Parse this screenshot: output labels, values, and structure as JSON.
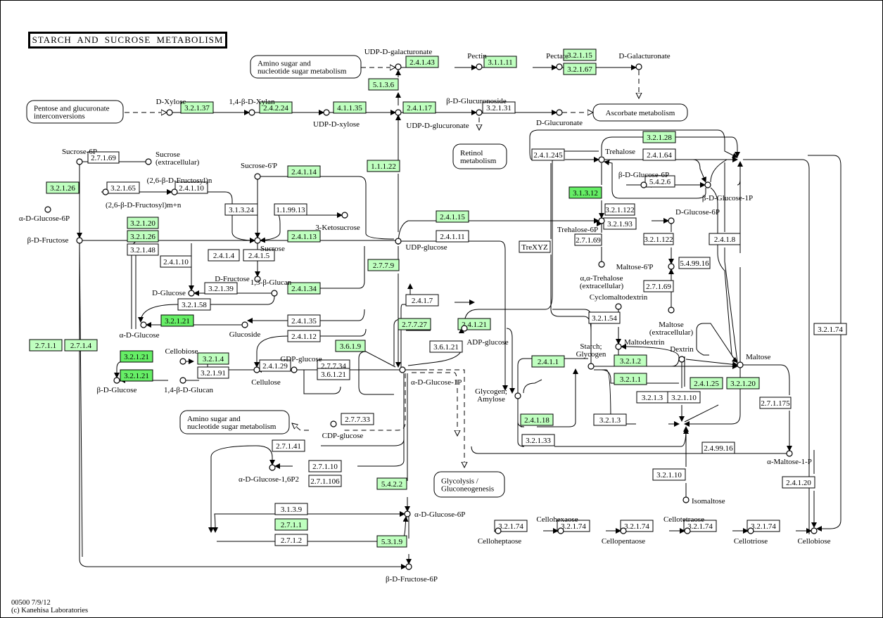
{
  "title": "STARCH AND SUCROSE METABOLISM",
  "footer": {
    "line1": "00500 7/9/12",
    "line2": "(c) Kanehisa Laboratories"
  },
  "colors": {
    "found": "#bfffbf",
    "found_strong": "#66ee66",
    "none": "#ffffff"
  },
  "maps": [
    {
      "id": "amino1",
      "lines": [
        "Amino sugar and",
        "nucleotide sugar metabolism"
      ]
    },
    {
      "id": "pentose",
      "lines": [
        "Pentose and glucuronate",
        "interconversions"
      ]
    },
    {
      "id": "ascorbate",
      "lines": [
        "Ascorbate metabolism"
      ]
    },
    {
      "id": "retinol",
      "lines": [
        "Retinol",
        "metabolism"
      ]
    },
    {
      "id": "amino2",
      "lines": [
        "Amino sugar and",
        "nucleotide sugar metabolism"
      ]
    },
    {
      "id": "glycolysis",
      "lines": [
        "Glycolysis /",
        "Gluconeogenesis"
      ]
    }
  ],
  "compounds": [
    "UDP-D-galacturonate",
    "Pectin",
    "Pectate",
    "D-Galacturonate",
    "D-Xylose",
    "1,4-β-D-Xylan",
    "UDP-D-xylose",
    "UDP-D-glucuronate",
    "β-D-Glucuronoside",
    "D-Glucuronate",
    "Sucrose-6P",
    "Sucrose (extracellular)",
    "(2,6-β-D-Fructosyl)n",
    "(2,6-β-D-Fructosyl)m+n",
    "α-D-Glucose-6P",
    "β-D-Fructose",
    "Sucrose-6'P",
    "3-Ketosucrose",
    "Sucrose",
    "D-Fructose",
    "D-Glucose",
    "1,3-β-Glucan",
    "α-D-Glucose",
    "Glucoside",
    "Cellobiose",
    "β-D-Glucose",
    "1,4-β-D-Glucan",
    "Cellulose",
    "GDP-glucose",
    "CDP-glucose",
    "UDP-glucose",
    "ADP-glucose",
    "α-D-Glucose-1P",
    "α-D-Glucose-1,6P2",
    "α-D-Glucose-6P",
    "β-D-Fructose-6P",
    "Trehalose",
    "Trehalose-6P",
    "α,α-Trehalose (extracellular)",
    "D-Glucose-6P",
    "Maltose-6'P",
    "Maltose (extracellular)",
    "β-D-Glucose-6P",
    "β-D-Glucose-1P",
    "Cyclomaltodextrin",
    "Maltodextrin",
    "Starch; Glycogen",
    "Glycogen; Amylose",
    "Dextrin",
    "Maltose",
    "α-Maltose-1-P",
    "Isomaltose",
    "Celloheptaose",
    "Cellohexaose",
    "Cellopentaose",
    "Cellotetraose",
    "Cellotriose"
  ],
  "enzymes": [
    {
      "ec": "2.4.1.43",
      "status": "found"
    },
    {
      "ec": "3.1.1.11",
      "status": "found"
    },
    {
      "ec": "3.2.1.15",
      "status": "found"
    },
    {
      "ec": "3.2.1.67",
      "status": "found"
    },
    {
      "ec": "5.1.3.6",
      "status": "found"
    },
    {
      "ec": "3.2.1.37",
      "status": "found"
    },
    {
      "ec": "2.4.2.24",
      "status": "found"
    },
    {
      "ec": "4.1.1.35",
      "status": "found"
    },
    {
      "ec": "2.4.1.17",
      "status": "found"
    },
    {
      "ec": "3.2.1.31",
      "status": "none"
    },
    {
      "ec": "1.1.1.22",
      "status": "found"
    },
    {
      "ec": "2.7.1.69",
      "status": "none"
    },
    {
      "ec": "3.2.1.26",
      "status": "found"
    },
    {
      "ec": "3.2.1.65",
      "status": "none"
    },
    {
      "ec": "2.4.1.10",
      "status": "none"
    },
    {
      "ec": "2.4.1.14",
      "status": "found"
    },
    {
      "ec": "3.1.3.24",
      "status": "none"
    },
    {
      "ec": "1.1.99.13",
      "status": "none"
    },
    {
      "ec": "3.2.1.20",
      "status": "found"
    },
    {
      "ec": "3.2.1.26",
      "status": "found"
    },
    {
      "ec": "3.2.1.48",
      "status": "none"
    },
    {
      "ec": "2.4.1.13",
      "status": "found"
    },
    {
      "ec": "2.4.1.15",
      "status": "found"
    },
    {
      "ec": "2.4.1.11",
      "status": "none"
    },
    {
      "ec": "2.4.1.10",
      "status": "none"
    },
    {
      "ec": "2.4.1.4",
      "status": "none"
    },
    {
      "ec": "2.4.1.5",
      "status": "none"
    },
    {
      "ec": "3.2.1.39",
      "status": "none"
    },
    {
      "ec": "2.4.1.34",
      "status": "found"
    },
    {
      "ec": "3.2.1.58",
      "status": "none"
    },
    {
      "ec": "2.7.7.9",
      "status": "found"
    },
    {
      "ec": "3.2.1.21",
      "status": "found_strong"
    },
    {
      "ec": "2.4.1.35",
      "status": "none"
    },
    {
      "ec": "2.4.1.12",
      "status": "none"
    },
    {
      "ec": "2.4.1.7",
      "status": "none"
    },
    {
      "ec": "2.7.1.1",
      "status": "found"
    },
    {
      "ec": "2.7.1.4",
      "status": "found"
    },
    {
      "ec": "3.2.1.21",
      "status": "found_strong"
    },
    {
      "ec": "3.2.1.21",
      "status": "found_strong"
    },
    {
      "ec": "3.2.1.4",
      "status": "found"
    },
    {
      "ec": "3.2.1.91",
      "status": "none"
    },
    {
      "ec": "2.4.1.29",
      "status": "none"
    },
    {
      "ec": "2.7.7.34",
      "status": "none"
    },
    {
      "ec": "3.6.1.9",
      "status": "found"
    },
    {
      "ec": "3.6.1.21",
      "status": "none"
    },
    {
      "ec": "2.7.7.33",
      "status": "none"
    },
    {
      "ec": "2.7.7.27",
      "status": "found"
    },
    {
      "ec": "2.4.1.21",
      "status": "found"
    },
    {
      "ec": "3.6.1.21",
      "status": "none"
    },
    {
      "ec": "2.7.1.41",
      "status": "none"
    },
    {
      "ec": "2.7.1.10",
      "status": "none"
    },
    {
      "ec": "2.7.1.106",
      "status": "none"
    },
    {
      "ec": "5.4.2.2",
      "status": "found"
    },
    {
      "ec": "3.1.3.9",
      "status": "none"
    },
    {
      "ec": "2.7.1.1",
      "status": "found"
    },
    {
      "ec": "2.7.1.2",
      "status": "none"
    },
    {
      "ec": "5.3.1.9",
      "status": "found"
    },
    {
      "ec": "3.2.1.28",
      "status": "found"
    },
    {
      "ec": "2.4.1.245",
      "status": "none"
    },
    {
      "ec": "2.4.1.64",
      "status": "none"
    },
    {
      "ec": "5.4.2.6",
      "status": "none"
    },
    {
      "ec": "3.1.3.12",
      "status": "found_strong"
    },
    {
      "ec": "3.2.1.122",
      "status": "none"
    },
    {
      "ec": "3.2.1.93",
      "status": "none"
    },
    {
      "ec": "2.7.1.69",
      "status": "none"
    },
    {
      "ec": "3.2.1.122",
      "status": "none"
    },
    {
      "ec": "TreXYZ",
      "status": "none"
    },
    {
      "ec": "2.4.1.8",
      "status": "none"
    },
    {
      "ec": "5.4.99.16",
      "status": "none"
    },
    {
      "ec": "2.7.1.69",
      "status": "none"
    },
    {
      "ec": "3.2.1.54",
      "status": "none"
    },
    {
      "ec": "2.4.1.1",
      "status": "found"
    },
    {
      "ec": "3.2.1.2",
      "status": "found"
    },
    {
      "ec": "3.2.1.1",
      "status": "found"
    },
    {
      "ec": "2.4.1.25",
      "status": "found"
    },
    {
      "ec": "3.2.1.20",
      "status": "found"
    },
    {
      "ec": "3.2.1.3",
      "status": "none"
    },
    {
      "ec": "3.2.1.10",
      "status": "none"
    },
    {
      "ec": "3.2.1.3",
      "status": "none"
    },
    {
      "ec": "2.4.1.18",
      "status": "found"
    },
    {
      "ec": "3.2.1.33",
      "status": "none"
    },
    {
      "ec": "2.7.1.175",
      "status": "none"
    },
    {
      "ec": "2.4.99.16",
      "status": "none"
    },
    {
      "ec": "3.2.1.10",
      "status": "none"
    },
    {
      "ec": "3.2.1.74",
      "status": "none"
    },
    {
      "ec": "2.4.1.20",
      "status": "none"
    },
    {
      "ec": "3.2.1.74",
      "status": "none"
    },
    {
      "ec": "3.2.1.74",
      "status": "none"
    },
    {
      "ec": "3.2.1.74",
      "status": "none"
    },
    {
      "ec": "3.2.1.74",
      "status": "none"
    },
    {
      "ec": "3.2.1.74",
      "status": "none"
    }
  ]
}
